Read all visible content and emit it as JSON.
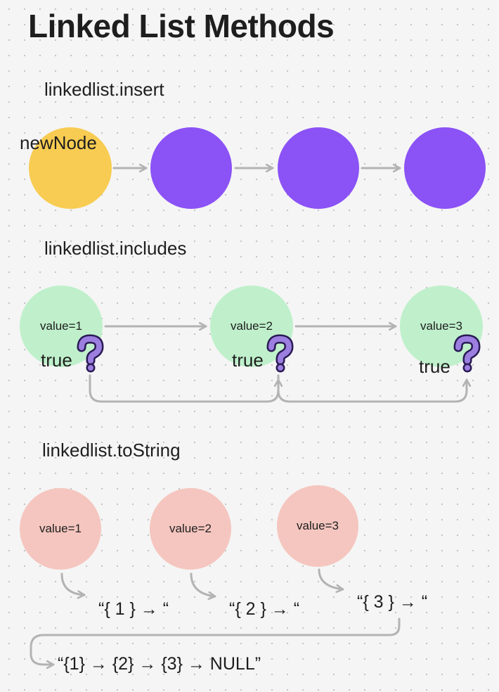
{
  "title": "Linked List Methods",
  "colors": {
    "insert_new": "#f8cc52",
    "insert_node": "#8b52f6",
    "includes_node": "#bff0cb",
    "tostring_node": "#f5c6bf",
    "arrow": "#b3b3b3",
    "question_mark": "#9c7fe0"
  },
  "insert": {
    "label": "linkedlist.insert",
    "new_node_label": "newNode"
  },
  "includes": {
    "label": "linkedlist.includes",
    "nodes": [
      "value=1",
      "value=2",
      "value=3"
    ],
    "results": [
      "true",
      "true",
      "true"
    ],
    "icon": "question-mark-icon"
  },
  "tostring": {
    "label": "linkedlist.toString",
    "nodes": [
      "value=1",
      "value=2",
      "value=3"
    ],
    "partials": [
      "“{ 1 } → “",
      "“{ 2 } → “",
      "“{ 3 } → “"
    ],
    "result": "“{1} → {2} → {3} → NULL”"
  }
}
